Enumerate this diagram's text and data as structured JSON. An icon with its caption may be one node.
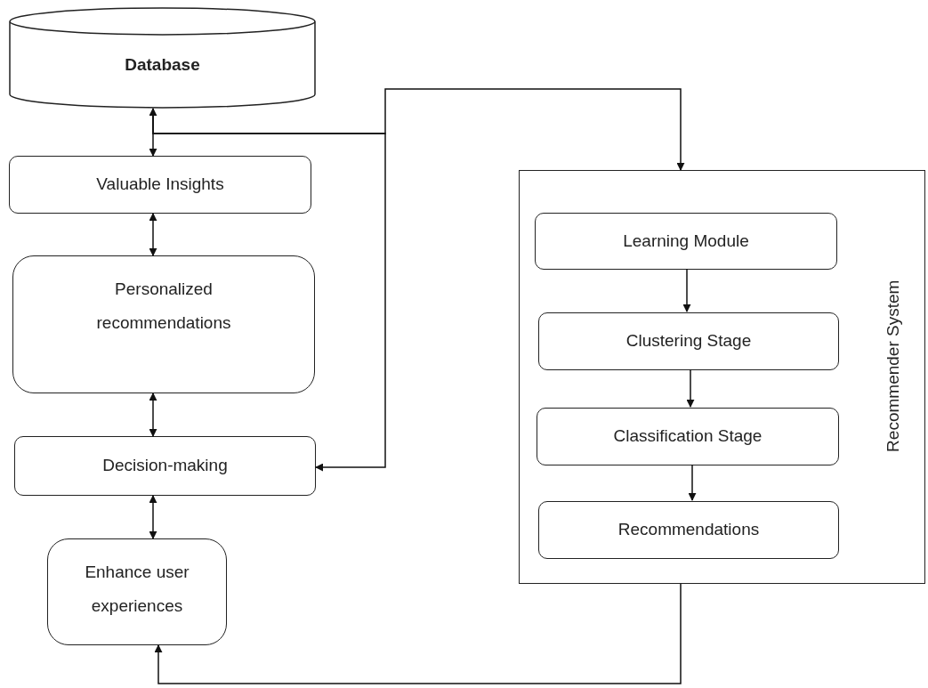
{
  "diagram": {
    "nodes": [
      {
        "text": [
          "Database"
        ]
      },
      {
        "text": [
          "Valuable Insights"
        ]
      },
      {
        "text": [
          "Personalized recommendations"
        ]
      },
      {
        "text": [
          "Decision-making"
        ]
      },
      {
        "text": [
          "Enhance user experiences"
        ]
      },
      {
        "text": [
          "Recommender System"
        ]
      },
      {
        "text": [
          "Learning Module"
        ],
        "in": 5
      },
      {
        "text": [
          "Clustering Stage"
        ],
        "in": 5
      },
      {
        "text": [
          "Classification Stage"
        ],
        "in": 5
      },
      {
        "text": [
          "Recommendations"
        ],
        "in": 5
      }
    ],
    "edges": [
      {
        "from": 0,
        "to": 1,
        "arrow": "both"
      },
      {
        "from": 1,
        "to": 2,
        "arrow": "both"
      },
      {
        "from": 2,
        "to": 3,
        "arrow": "both"
      },
      {
        "from": 3,
        "to": 4,
        "arrow": "both"
      },
      {
        "from": 0,
        "to": 5,
        "arrow": "to"
      },
      {
        "from": 0,
        "to": 3,
        "arrow": "to"
      },
      {
        "from": 6,
        "to": 7,
        "arrow": "to"
      },
      {
        "from": 7,
        "to": 8,
        "arrow": "to"
      },
      {
        "from": 8,
        "to": 9,
        "arrow": "to"
      },
      {
        "from": 5,
        "to": 4,
        "arrow": "to"
      }
    ]
  }
}
